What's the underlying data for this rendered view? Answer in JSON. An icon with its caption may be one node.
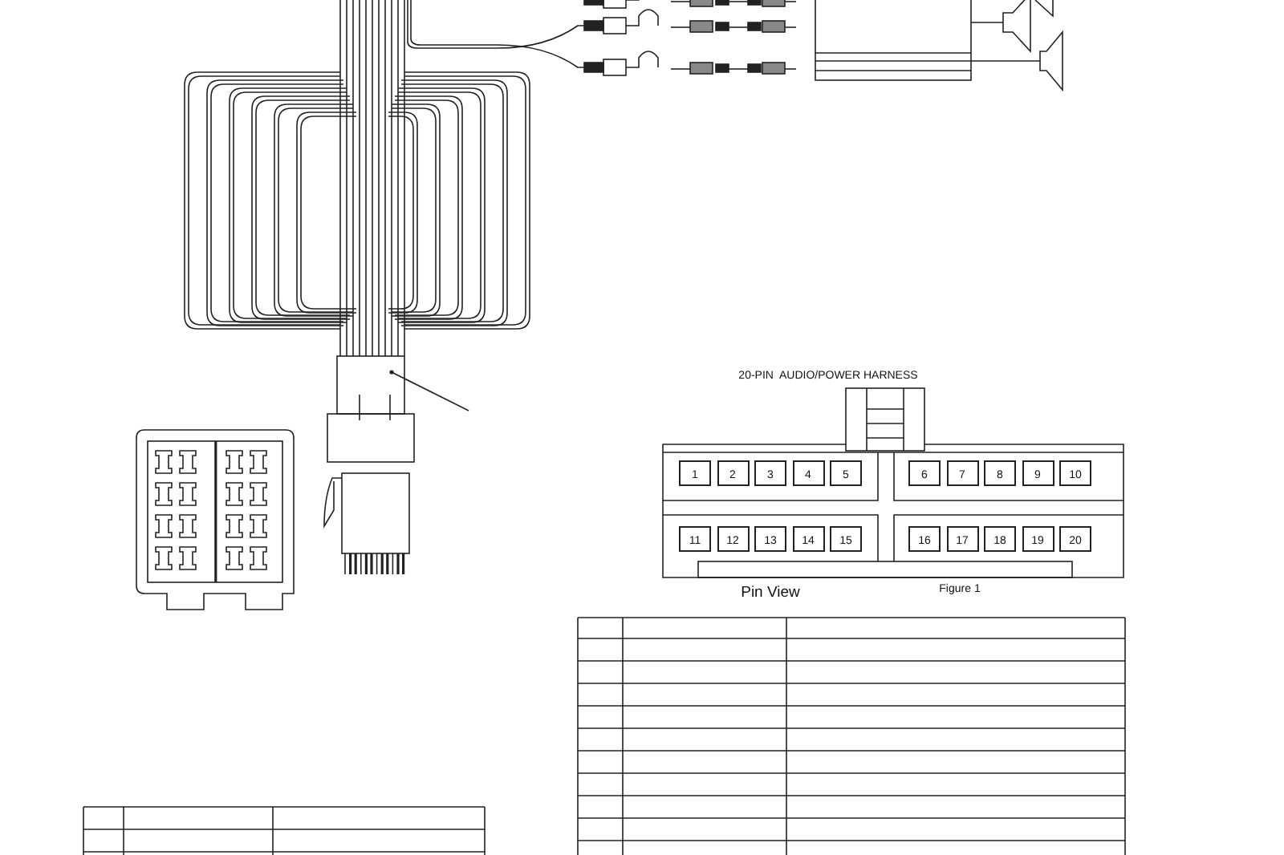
{
  "diagram": {
    "nodes": [
      {
        "text": [
          "1"
        ]
      },
      {
        "text": [
          "2"
        ]
      },
      {
        "text": [
          "3"
        ]
      },
      {
        "text": [
          "4"
        ]
      },
      {
        "text": [
          "5"
        ]
      },
      {
        "text": [
          "6"
        ]
      },
      {
        "text": [
          "7"
        ]
      },
      {
        "text": [
          "8"
        ]
      },
      {
        "text": [
          "9"
        ]
      },
      {
        "text": [
          "10"
        ]
      },
      {
        "text": [
          "11"
        ]
      },
      {
        "text": [
          "12"
        ]
      },
      {
        "text": [
          "13"
        ]
      },
      {
        "text": [
          "14"
        ]
      },
      {
        "text": [
          "15"
        ]
      },
      {
        "text": [
          "16"
        ]
      },
      {
        "text": [
          "17"
        ]
      },
      {
        "text": [
          "18"
        ]
      },
      {
        "text": [
          "19"
        ]
      },
      {
        "text": [
          "20"
        ]
      }
    ],
    "labels": [
      "20-PIN  AUDIO/POWER HARNESS",
      "Pin View",
      "Figure 1"
    ]
  }
}
